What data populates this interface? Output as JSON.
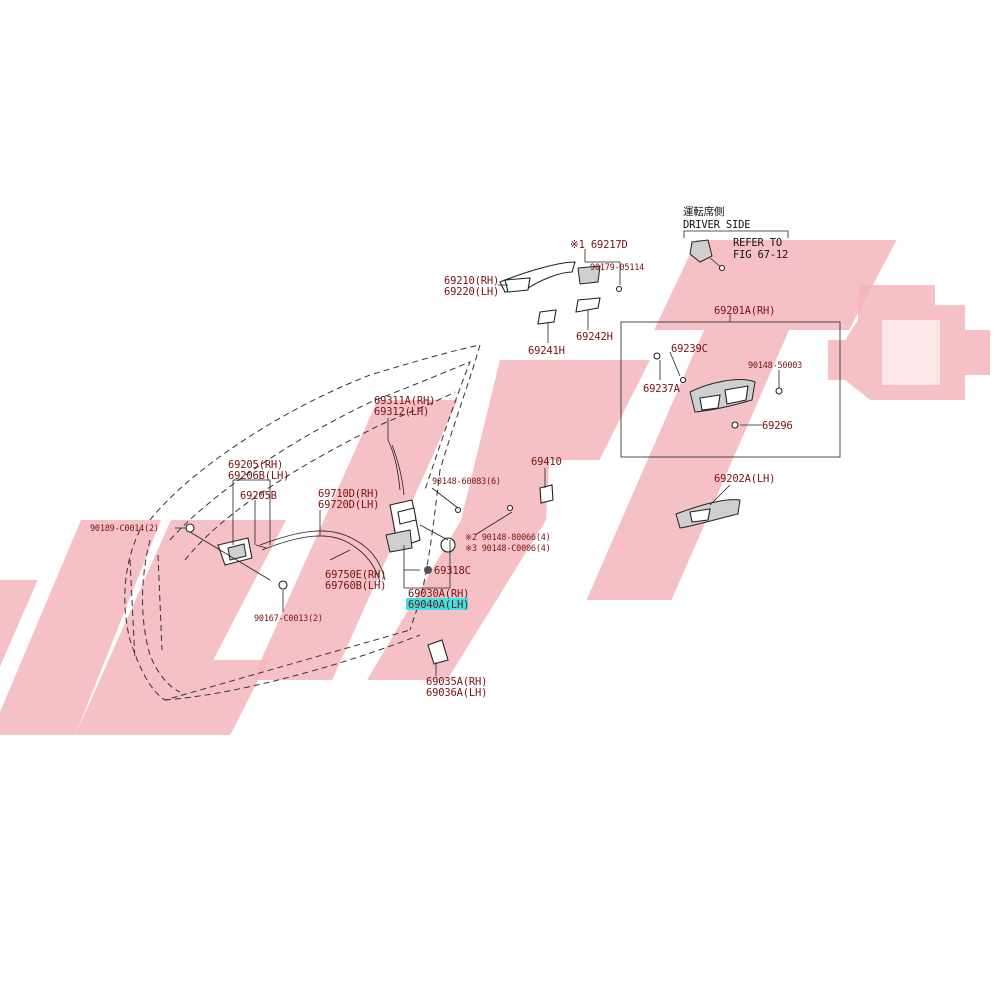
{
  "watermark": {
    "color": "#f4b3b9",
    "highlight_color": "#39e3e8"
  },
  "inset": {
    "title_jp": "運転席側",
    "title_en": "DRIVER SIDE",
    "refer_line1": "REFER TO",
    "refer_line2": "FIG 67-12"
  },
  "callouts": {
    "p69217d": "※1 69217D",
    "p90179": "90179-05114",
    "p69210": "69210(RH)",
    "p69220": "69220(LH)",
    "p69241h": "69241H",
    "p69242h": "69242H",
    "p69201a": "69201A(RH)",
    "p69239c": "69239C",
    "p90148_50003": "90148-50003",
    "p69237a": "69237A",
    "p69296": "69296",
    "p69202a": "69202A(LH)",
    "p69311a": "69311A(RH)",
    "p69312": "69312(LH)",
    "p69205": "69205(RH)",
    "p69206b": "69206B(LH)",
    "p69205b": "69205B",
    "p69710d": "69710D(RH)",
    "p69720d": "69720D(LH)",
    "p90148_60083": "90148-60083(6)",
    "p69410": "69410",
    "p90189": "90189-C0014(2)",
    "p90148_80066": "※2 90148-80066(4)",
    "p90148_c0006": "※3 90148-C0006(4)",
    "p69750e": "69750E(RH)",
    "p69760b": "69760B(LH)",
    "p69318c": "69318C",
    "p69030a": "69030A(RH)",
    "p69040a": "69040A(LH)",
    "p90167": "90167-C0013(2)",
    "p69035a": "69035A(RH)",
    "p69036a": "69036A(LH)"
  }
}
